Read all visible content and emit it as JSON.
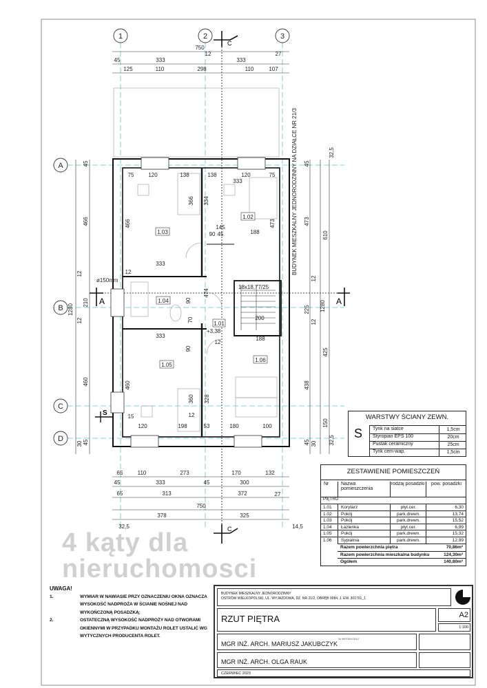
{
  "grid": {
    "columns": [
      "1",
      "2",
      "3"
    ],
    "rows": [
      "A",
      "B",
      "C",
      "D"
    ]
  },
  "section_marks": {
    "cc": "C",
    "aa": "A",
    "s": "S"
  },
  "plan": {
    "rooms": [
      "1.01",
      "1.02",
      "1.03",
      "1.04",
      "1.05",
      "1.06"
    ],
    "vertical_note": "BUDYNEK MIESZKALNY JEDNORODZINNY NA DZIAŁCE NR 21/3",
    "vent_note": "ø150mm",
    "stairs_note": "18x18,77/25",
    "level_note": "+3,38",
    "dims": [
      "750",
      "45",
      "12",
      "333",
      "333",
      "27",
      "125",
      "110",
      "298",
      "110",
      "107",
      "65",
      "110",
      "273",
      "170",
      "132",
      "45",
      "333",
      "45",
      "300",
      "65",
      "313",
      "372",
      "27",
      "750",
      "378",
      "325",
      "32,5",
      "14,5",
      "1280",
      "45",
      "466",
      "12",
      "210",
      "12",
      "460",
      "30",
      "45",
      "45",
      "473",
      "12",
      "225",
      "12",
      "438",
      "45",
      "30",
      "610",
      "425",
      "150",
      "1280",
      "32,5",
      "32,5",
      "75",
      "120",
      "138",
      "138",
      "120",
      "75",
      "333",
      "366",
      "466",
      "334",
      "473",
      "188",
      "145",
      "90",
      "45",
      "333",
      "12",
      "474",
      "90",
      "70",
      "333",
      "90",
      "12",
      "460",
      "360",
      "328",
      "188",
      "200",
      "15",
      "120",
      "198",
      "53",
      "180",
      "100",
      "12"
    ]
  },
  "watermark": "4 kąty dla nieruchomosci",
  "wall_layers": {
    "title": "WARSTWY ŚCIANY ZEWN.",
    "symbol": "S",
    "rows": [
      {
        "name": "Tynk na siatce",
        "value": "1,5cm"
      },
      {
        "name": "Styropian EPS 100",
        "value": "20cm"
      },
      {
        "name": "Pustak ceramiczny",
        "value": "25cm"
      },
      {
        "name": "Tynk cem-wap.",
        "value": "1,5cm"
      }
    ]
  },
  "rooms_table": {
    "title": "ZESTAWIENIE POMIESZCZEŃ",
    "headers": {
      "nr": "Nr",
      "name": "Nazwa pomieszczenia",
      "floor": "rodzaj posadzki",
      "area": "pow. posadzki"
    },
    "section": "PIĘTRO",
    "rows": [
      {
        "nr": "1.01",
        "name": "Korytarz",
        "floor": "płyt.cer.",
        "area": "6,30"
      },
      {
        "nr": "1.02",
        "name": "Pokój",
        "floor": "park.drewn.",
        "area": "13,74"
      },
      {
        "nr": "1.03",
        "name": "Pokój",
        "floor": "park.drewn.",
        "area": "15,52"
      },
      {
        "nr": "1.04",
        "name": "Łazienka",
        "floor": "płyt.cer.",
        "area": "6,99"
      },
      {
        "nr": "1.05",
        "name": "Pokój",
        "floor": "park.drewn.",
        "area": "15,32"
      },
      {
        "nr": "1.06",
        "name": "Sypialnia",
        "floor": "park.drewn.",
        "area": "12,99"
      }
    ],
    "totals": [
      {
        "label": "Razem powierzchnia piętra",
        "value": "70,86m²"
      },
      {
        "label": "Razem powierzchnia mieszkalna budynku",
        "value": "124,30m²"
      },
      {
        "label": "Ogółem",
        "value": "140,80m²"
      }
    ]
  },
  "notes": {
    "heading": "UWAGA!",
    "items": [
      {
        "n": "1.",
        "text": "WYMIAR W NAWIASIE PRZY OZNACZENIU OKNA OZNACZA WYSOKOŚĆ NADPROŻA W ŚCIANIE NOŚNEJ NAD WYKOŃCZONĄ POSADZKĄ;"
      },
      {
        "n": "2.",
        "text": "OSTATECZNĄ WYSOKOŚĆ NADPROŻY NAD OTWORAMI OKIENNYMI W PRZYPADKU MONTAŻU ROLET USTALIĆ WG WYTYCZNYCH PRODUCENTA ROLET."
      }
    ]
  },
  "title_block": {
    "project_line1": "BUDYNEK MIESZKALNY JEDNORODZINNY",
    "project_line2": "OSTRÓW WIELKOPOLSKI, UL. WYJAZDOWA, DZ. NR 21/2, OBRĘB 0084, J. EW. 301701_1",
    "drawing_title": "RZUT PIĘTRA",
    "sheet": "A2",
    "scale": "1:100",
    "designer": "MGR INŻ. ARCH. MARIUSZ JAKUBCZYK",
    "assistant": "MGR INŻ. ARCH. OLGA RAUK",
    "license": "Nr WPOKK/2012",
    "date": "CZERWIEC 2023"
  }
}
